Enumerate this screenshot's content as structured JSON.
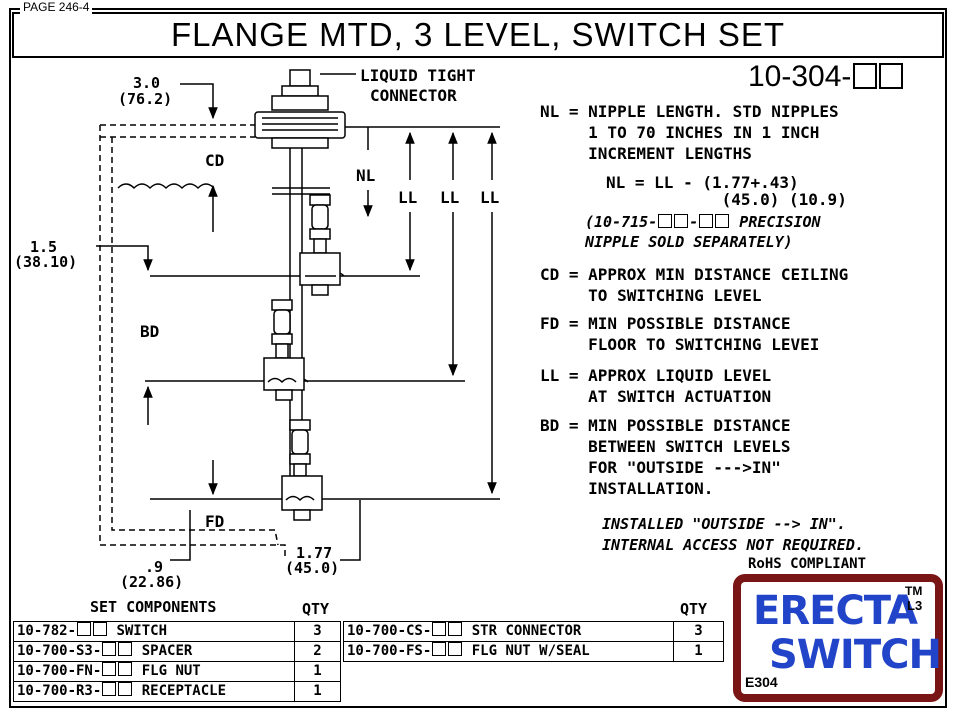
{
  "page_tag": "PAGE 246-4",
  "title": "FLANGE MTD, 3 LEVEL, SWITCH SET",
  "part_number": "10-304-",
  "dims": {
    "top_in": "3.0",
    "top_mm": "(76.2)",
    "mid_in": "1.5",
    "mid_mm": "(38.10)",
    "bot_in": ".9",
    "bot_mm": "(22.86)",
    "bot2_in": "1.77",
    "bot2_mm": "(45.0)"
  },
  "diagram_labels": {
    "connector_1": "LIQUID TIGHT",
    "connector_2": "CONNECTOR",
    "cd": "CD",
    "bd": "BD",
    "fd": "FD",
    "nl": "NL",
    "ll1": "LL",
    "ll2": "LL",
    "ll3": "LL"
  },
  "notes": {
    "nl_1": "NL = NIPPLE LENGTH. STD NIPPLES",
    "nl_2": "     1 TO 70 INCHES IN 1 INCH",
    "nl_3": "     INCREMENT LENGTHS",
    "formula_1": "NL = LL - (1.77+.43)",
    "formula_2": "            (45.0) (10.9)",
    "precision_1a": "(10-715-",
    "precision_1b": "-",
    "precision_1c": " PRECISION",
    "precision_2": "NIPPLE SOLD SEPARATELY)",
    "cd_1": "CD = APPROX MIN DISTANCE CEILING",
    "cd_2": "     TO SWITCHING LEVEL",
    "fd_1": "FD = MIN POSSIBLE DISTANCE",
    "fd_2": "     FLOOR TO SWITCHING LEVEI",
    "ll_1": "LL = APPROX LIQUID LEVEL",
    "ll_2": "     AT SWITCH ACTUATION",
    "bd_1": "BD = MIN POSSIBLE DISTANCE",
    "bd_2": "     BETWEEN SWITCH LEVELS",
    "bd_3": "     FOR \"OUTSIDE --->IN\"",
    "bd_4": "     INSTALLATION.",
    "inst_1": "INSTALLED \"OUTSIDE --> IN\".",
    "inst_2": "INTERNAL ACCESS NOT REQUIRED.",
    "rohs": "RoHS COMPLIANT"
  },
  "bom": {
    "header_left": "SET COMPONENTS",
    "header_qty": "QTY",
    "rows_left": [
      {
        "pre": "10-782-",
        "desc": " SWITCH",
        "qty": "3"
      },
      {
        "pre": "10-700-S3-",
        "desc": " SPACER",
        "qty": "2"
      },
      {
        "pre": "10-700-FN-",
        "desc": " FLG NUT",
        "qty": "1"
      },
      {
        "pre": "10-700-R3-",
        "desc": " RECEPTACLE",
        "qty": "1"
      }
    ],
    "rows_right": [
      {
        "pre": "10-700-CS-",
        "desc": " STR CONNECTOR",
        "qty": "3"
      },
      {
        "pre": "10-700-FS-",
        "desc": " FLG NUT W/SEAL",
        "qty": "1"
      }
    ]
  },
  "logo": {
    "word_top": "ERECTA",
    "word_bottom": "SWITCH",
    "tm": "TM",
    "variant": "L3",
    "code": "E304"
  }
}
